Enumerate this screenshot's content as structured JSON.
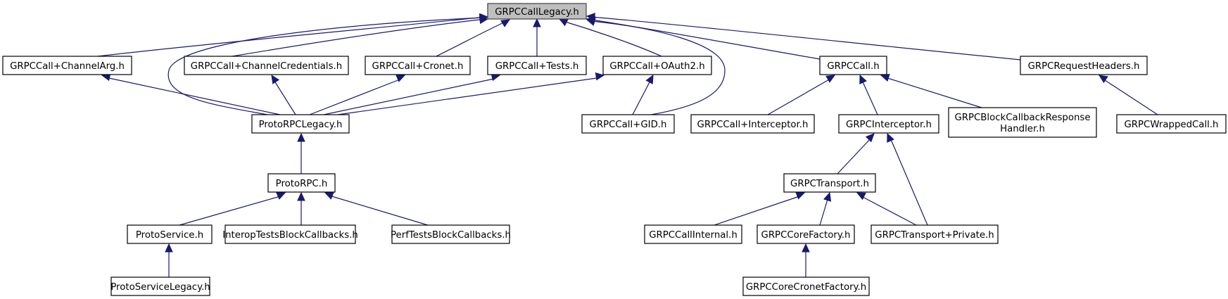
{
  "diagram": {
    "title": "GRPCCallLegacy.h",
    "type": "include-dependency-graph",
    "colors": {
      "edge": "#191970",
      "root_fill": "#bfbfbf",
      "node_fill": "#ffffff",
      "node_border": "#000000"
    },
    "nodes": [
      {
        "id": "root",
        "label": "GRPCCallLegacy.h",
        "root": true
      },
      {
        "id": "channelarg",
        "label": "GRPCCall+ChannelArg.h"
      },
      {
        "id": "channelcred",
        "label": "GRPCCall+ChannelCredentials.h"
      },
      {
        "id": "cronet",
        "label": "GRPCCall+Cronet.h"
      },
      {
        "id": "tests",
        "label": "GRPCCall+Tests.h"
      },
      {
        "id": "oauth2",
        "label": "GRPCCall+OAuth2.h"
      },
      {
        "id": "grpccall",
        "label": "GRPCCall.h"
      },
      {
        "id": "reqheaders",
        "label": "GRPCRequestHeaders.h"
      },
      {
        "id": "protorpclegacy",
        "label": "ProtoRPCLegacy.h"
      },
      {
        "id": "gid",
        "label": "GRPCCall+GID.h"
      },
      {
        "id": "callinterceptor",
        "label": "GRPCCall+Interceptor.h"
      },
      {
        "id": "interceptor",
        "label": "GRPCInterceptor.h"
      },
      {
        "id": "blockcallback",
        "label": [
          "GRPCBlockCallbackResponse",
          "Handler.h"
        ]
      },
      {
        "id": "wrappedcall",
        "label": "GRPCWrappedCall.h"
      },
      {
        "id": "protorpc",
        "label": "ProtoRPC.h"
      },
      {
        "id": "transport",
        "label": "GRPCTransport.h"
      },
      {
        "id": "protoservice",
        "label": "ProtoService.h"
      },
      {
        "id": "interoptests",
        "label": "InteropTestsBlockCallbacks.h"
      },
      {
        "id": "perftests",
        "label": "PerfTestsBlockCallbacks.h"
      },
      {
        "id": "callinternal",
        "label": "GRPCCallInternal.h"
      },
      {
        "id": "corefactory",
        "label": "GRPCCoreFactory.h"
      },
      {
        "id": "transportprivate",
        "label": "GRPCTransport+Private.h"
      },
      {
        "id": "protoservicelegacy",
        "label": "ProtoServiceLegacy.h"
      },
      {
        "id": "corecronetfactory",
        "label": "GRPCCoreCronetFactory.h"
      }
    ],
    "edges": [
      {
        "from": "channelarg",
        "to": "root"
      },
      {
        "from": "channelcred",
        "to": "root"
      },
      {
        "from": "cronet",
        "to": "root"
      },
      {
        "from": "tests",
        "to": "root"
      },
      {
        "from": "oauth2",
        "to": "root"
      },
      {
        "from": "grpccall",
        "to": "root"
      },
      {
        "from": "reqheaders",
        "to": "root"
      },
      {
        "from": "protorpclegacy",
        "to": "root"
      },
      {
        "from": "gid",
        "to": "root"
      },
      {
        "from": "protorpclegacy",
        "to": "channelarg"
      },
      {
        "from": "protorpclegacy",
        "to": "channelcred"
      },
      {
        "from": "protorpclegacy",
        "to": "cronet"
      },
      {
        "from": "protorpclegacy",
        "to": "tests"
      },
      {
        "from": "protorpclegacy",
        "to": "oauth2"
      },
      {
        "from": "gid",
        "to": "oauth2"
      },
      {
        "from": "callinterceptor",
        "to": "grpccall"
      },
      {
        "from": "interceptor",
        "to": "grpccall"
      },
      {
        "from": "blockcallback",
        "to": "grpccall"
      },
      {
        "from": "wrappedcall",
        "to": "reqheaders"
      },
      {
        "from": "protorpc",
        "to": "protorpclegacy"
      },
      {
        "from": "transport",
        "to": "interceptor"
      },
      {
        "from": "transportprivate",
        "to": "interceptor"
      },
      {
        "from": "protoservice",
        "to": "protorpc"
      },
      {
        "from": "interoptests",
        "to": "protorpc"
      },
      {
        "from": "perftests",
        "to": "protorpc"
      },
      {
        "from": "callinternal",
        "to": "transport"
      },
      {
        "from": "corefactory",
        "to": "transport"
      },
      {
        "from": "transportprivate",
        "to": "transport"
      },
      {
        "from": "protoservicelegacy",
        "to": "protoservice"
      },
      {
        "from": "corecronetfactory",
        "to": "corefactory"
      }
    ]
  }
}
